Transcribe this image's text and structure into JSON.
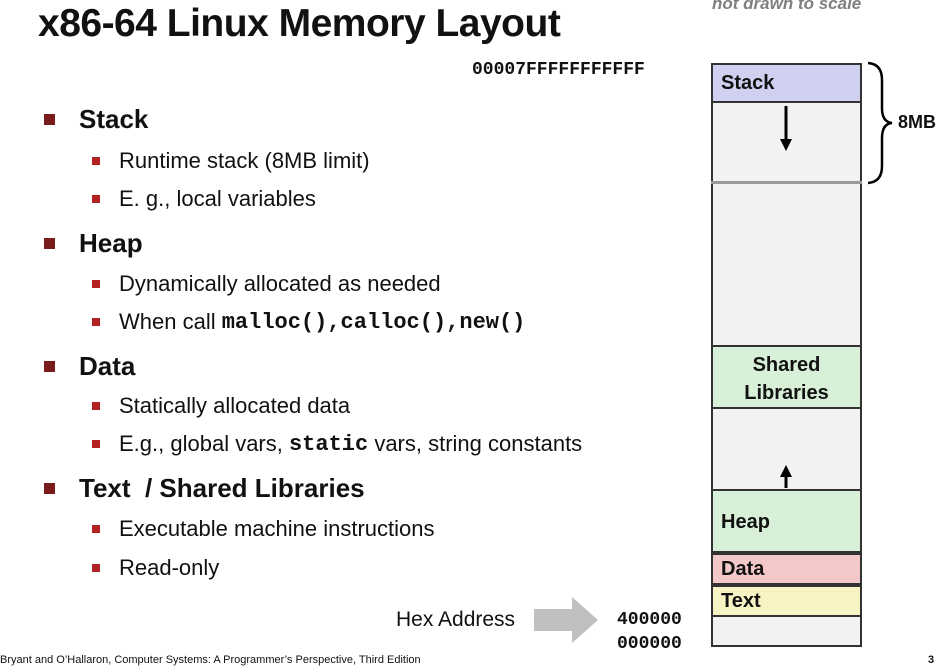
{
  "slide": {
    "title": "x86-64 Linux Memory Layout",
    "scale_note": "not drawn to scale",
    "footer": "Bryant and O’Hallaron, Computer Systems: A Programmer’s Perspective, Third Edition",
    "page_number": "3"
  },
  "bullets": {
    "stack": {
      "heading": "Stack",
      "items": [
        "Runtime stack (8MB limit)",
        "E. g., local variables"
      ]
    },
    "heap": {
      "heading": "Heap",
      "items": [
        "Dynamically allocated as needed",
        "When call "
      ],
      "code": [
        "malloc()",
        ",",
        "calloc()",
        ",",
        "new()"
      ]
    },
    "data": {
      "heading": "Data",
      "items": [
        "Statically allocated data",
        "E.g., global vars, ",
        "static",
        " vars, string constants"
      ]
    },
    "text": {
      "heading": "Text  / Shared Libraries",
      "items": [
        "Executable machine instructions",
        "Read-only"
      ]
    }
  },
  "memory": {
    "top_address": "00007FFFFFFFFFFF",
    "stack_label": "Stack",
    "stack_size": "8MB",
    "shared_label_1": "Shared",
    "shared_label_2": "Libraries",
    "heap_label": "Heap",
    "data_label": "Data",
    "text_label": "Text",
    "hex_address_label": "Hex Address",
    "text_address": "400000",
    "bottom_address": "000000"
  },
  "colors": {
    "stack_fill": "#d0d0f0",
    "shared_fill": "#d8f0d8",
    "heap_fill": "#d8f0d8",
    "data_fill": "#f2c8c8",
    "text_fill": "#f7f3c2",
    "bullet_main": "#7b1c1c",
    "bullet_sub": "#b22222"
  }
}
